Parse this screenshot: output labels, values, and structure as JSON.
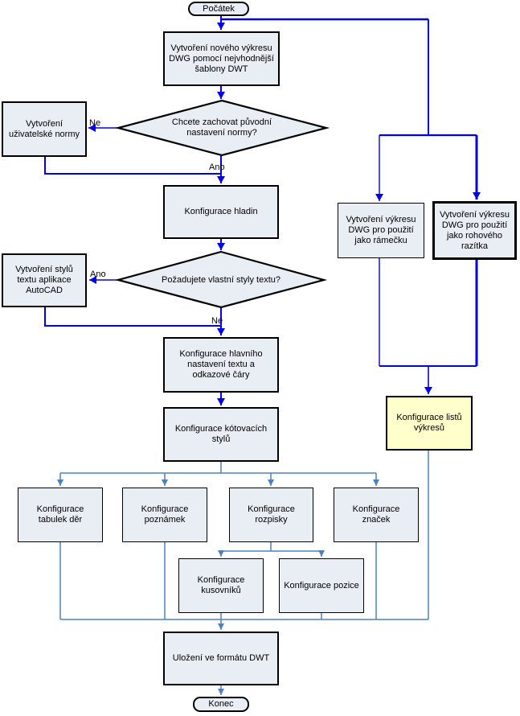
{
  "edge_labels": {
    "yes": "Ano",
    "no": "Ne"
  },
  "colors": {
    "flow_blue": "#0000ee",
    "branch_steel_blue": "#4f81bd",
    "node_fill": "#e9edf4",
    "highlight_fill": "#ffffcc",
    "node_border": "#000000"
  },
  "nodes": {
    "start": {
      "label": "Počátek"
    },
    "create_dwg": {
      "label": "Vytvoření nového výkresu DWG pomocí nejvhodnější šablony DWT"
    },
    "keep_standard": {
      "label": "Chcete zachovat původní nastavení normy?"
    },
    "user_standard": {
      "label": "Vytvoření uživatelské normy"
    },
    "layers": {
      "label": "Konfigurace hladin"
    },
    "own_text_styles": {
      "label": "Požadujete vlastní styly textu?"
    },
    "text_styles": {
      "label": "Vytvoření stylů textu aplikace AutoCAD"
    },
    "main_text": {
      "label": "Konfigurace hlavního nastavení textu a odkazové čáry"
    },
    "dim_styles": {
      "label": "Konfigurace kótovacích stylů"
    },
    "frame_dwg": {
      "label": "Vytvoření výkresu DWG pro použití jako rámečku"
    },
    "stamp_dwg": {
      "label": "Vytvoření výkresu DWG pro použití jako rohového razítka"
    },
    "sheet_config": {
      "label": "Konfigurace listů výkresů"
    },
    "hole_tables": {
      "label": "Konfigurace tabulek děr"
    },
    "notes": {
      "label": "Konfigurace poznámek"
    },
    "parts_list": {
      "label": "Konfigurace rozpisky"
    },
    "symbols": {
      "label": "Konfigurace značek"
    },
    "boms": {
      "label": "Konfigurace kusovníků"
    },
    "balloons": {
      "label": "Konfigurace pozice"
    },
    "save_dwt": {
      "label": "Uložení ve formátu DWT"
    },
    "end": {
      "label": "Konec"
    }
  }
}
